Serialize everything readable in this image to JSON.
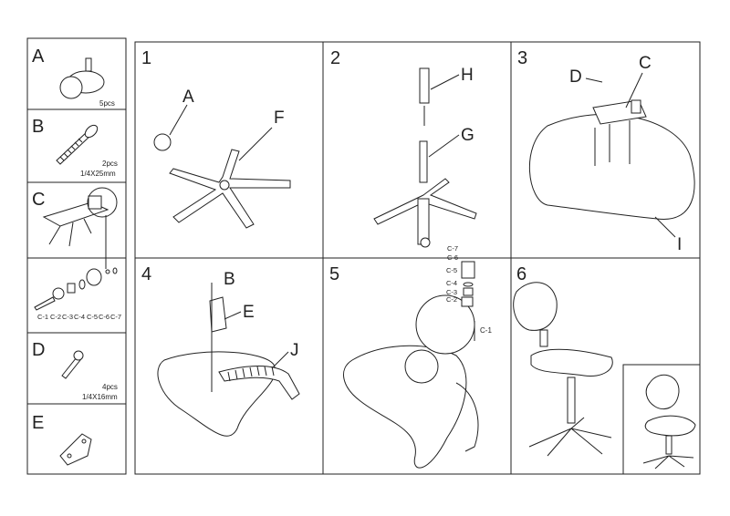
{
  "parts": [
    {
      "letter": "A",
      "qty": "5pcs",
      "size": ""
    },
    {
      "letter": "B",
      "qty": "2pcs",
      "size": "1/4X25mm"
    },
    {
      "letter": "C",
      "qty": "",
      "size": ""
    },
    {
      "letter": "D",
      "qty": "4pcs",
      "size": "1/4X16mm"
    },
    {
      "letter": "E",
      "qty": "",
      "size": ""
    }
  ],
  "c_components": [
    "C-1",
    "C-2",
    "C-3",
    "C-4",
    "C-5",
    "C-6",
    "C-7"
  ],
  "steps": [
    {
      "number": "1",
      "labels": [
        "A",
        "F"
      ]
    },
    {
      "number": "2",
      "labels": [
        "H",
        "G"
      ]
    },
    {
      "number": "3",
      "labels": [
        "D",
        "C",
        "I"
      ]
    },
    {
      "number": "4",
      "labels": [
        "B",
        "E",
        "J"
      ]
    },
    {
      "number": "5",
      "labels": [
        "C-7",
        "C-6",
        "C-5",
        "C-4",
        "C-3",
        "C-2",
        "C-1"
      ]
    },
    {
      "number": "6",
      "labels": []
    }
  ]
}
